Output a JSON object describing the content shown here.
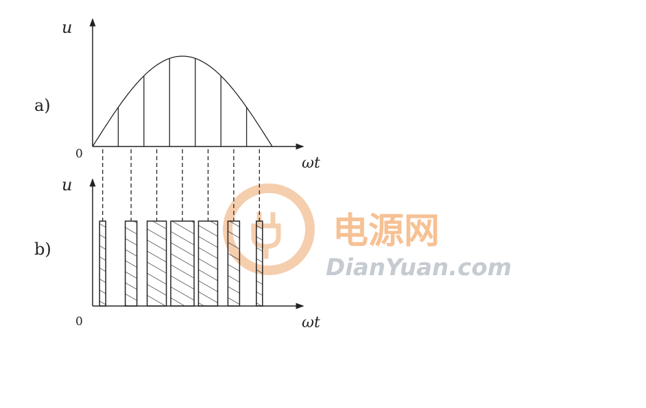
{
  "panel_a": {
    "label": "a)",
    "y_axis": "u",
    "x_axis": "ωt",
    "origin": "0"
  },
  "panel_b": {
    "label": "b)",
    "y_axis": "u",
    "x_axis": "ωt",
    "origin": "0"
  },
  "sine_samples": 7,
  "pulse_widths_relative": [
    0.09,
    0.17,
    0.28,
    0.34,
    0.28,
    0.17,
    0.09
  ],
  "watermark": {
    "cn": "电源网",
    "en": "DianYuan.com",
    "colors": {
      "cn": "#f5b27a",
      "en": "#b9bfc6",
      "ring": "#f3c39a"
    }
  }
}
